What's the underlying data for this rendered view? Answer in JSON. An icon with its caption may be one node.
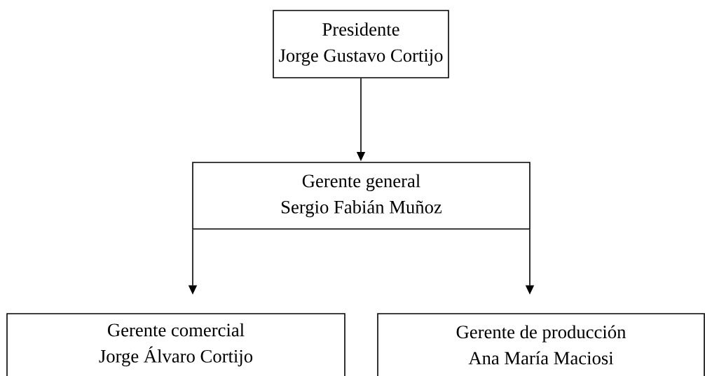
{
  "diagram": {
    "nodes": [
      {
        "text": [
          "Presidente",
          "Jorge Gustavo Cortijo"
        ]
      },
      {
        "text": [
          "Gerente general",
          "Sergio Fabián Muñoz"
        ]
      },
      {
        "text": [
          "Gerente comercial",
          "Jorge Álvaro Cortijo"
        ]
      },
      {
        "text": [
          "Gerente de producción",
          "Ana María Maciosi"
        ]
      }
    ],
    "edges": [
      {
        "from": 0,
        "to": 1,
        "arrow": "to"
      },
      {
        "from": 1,
        "to": 2,
        "arrow": "to"
      },
      {
        "from": 1,
        "to": 3,
        "arrow": "to"
      }
    ]
  }
}
